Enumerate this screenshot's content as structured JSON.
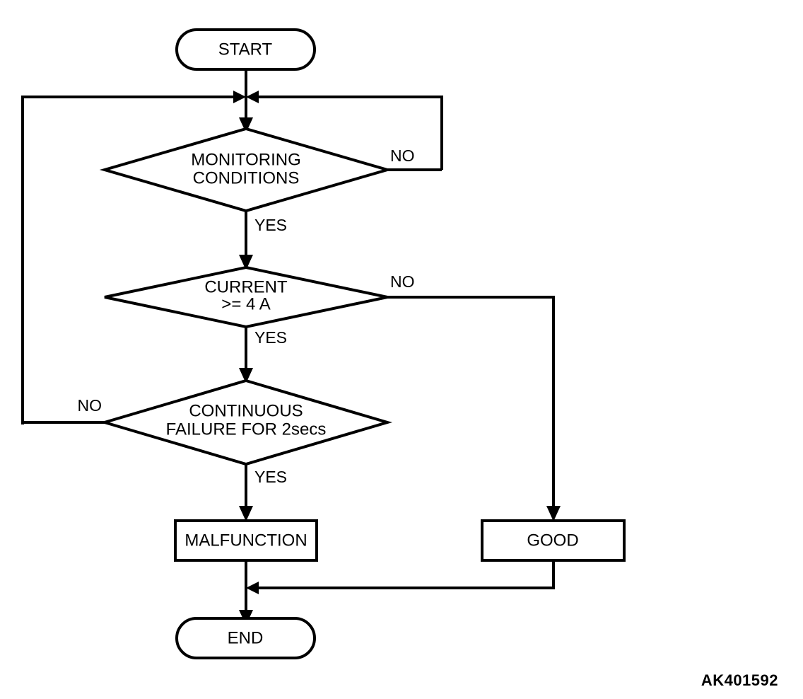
{
  "diagram": {
    "title_code": "AK401592",
    "type": "flowchart",
    "background_color": "#ffffff",
    "line_color": "#000000",
    "nodes": [
      {
        "id": "start",
        "kind": "terminator",
        "label": "START"
      },
      {
        "id": "monitoring",
        "kind": "decision",
        "label_line1": "MONITORING",
        "label_line2": "CONDITIONS"
      },
      {
        "id": "current",
        "kind": "decision",
        "label_line1": "CURRENT",
        "label_line2": ">= 4 A"
      },
      {
        "id": "continuous",
        "kind": "decision",
        "label_line1": "CONTINUOUS",
        "label_line2": "FAILURE FOR 2secs"
      },
      {
        "id": "malfunction",
        "kind": "process",
        "label": "MALFUNCTION"
      },
      {
        "id": "good",
        "kind": "process",
        "label": "GOOD"
      },
      {
        "id": "end",
        "kind": "terminator",
        "label": "END"
      }
    ],
    "branch_labels": {
      "monitoring_no": "NO",
      "monitoring_yes": "YES",
      "current_no": "NO",
      "current_yes": "YES",
      "continuous_no": "NO",
      "continuous_yes": "YES"
    }
  }
}
